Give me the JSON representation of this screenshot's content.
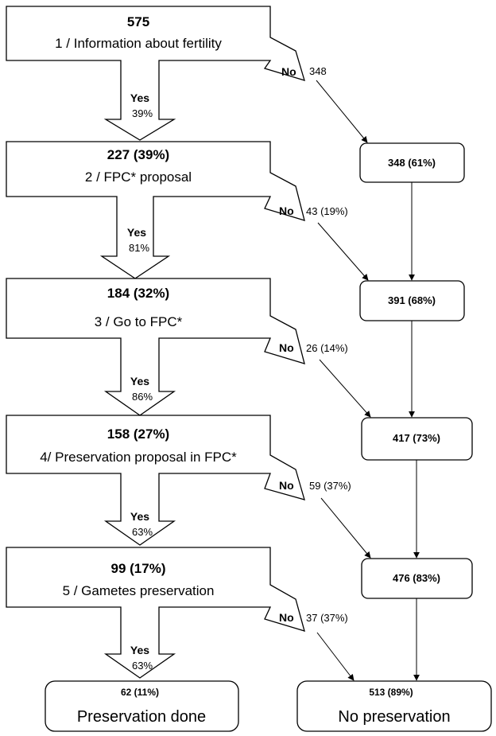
{
  "steps": [
    {
      "count": "575",
      "label": "1  / Information about fertility",
      "yes": "Yes",
      "yes_pct": "39%",
      "no": "No",
      "no_count": "348"
    },
    {
      "count": "227 (39%)",
      "label": "2  / FPC* proposal",
      "yes": "Yes",
      "yes_pct": "81%",
      "no": "No",
      "no_count": "43 (19%)"
    },
    {
      "count": "184 (32%)",
      "label": "3  / Go to  FPC*",
      "yes": "Yes",
      "yes_pct": "86%",
      "no": "No",
      "no_count": "26 (14%)"
    },
    {
      "count": "158 (27%)",
      "label": "4/ Preservation proposal in FPC*",
      "yes": "Yes",
      "yes_pct": "63%",
      "no": "No",
      "no_count": "59 (37%)"
    },
    {
      "count": "99 (17%)",
      "label": "5   / Gametes preservation",
      "yes": "Yes",
      "yes_pct": "63%",
      "no": "No",
      "no_count": "37 (37%)"
    }
  ],
  "right_boxes": [
    "348 (61%)",
    "391 (68%)",
    "417 (73%)",
    "476 (83%)"
  ],
  "final": {
    "done_count": "62 (11%)",
    "done_label": "Preservation done",
    "none_count": "513  (89%)",
    "none_label": "No preservation"
  }
}
